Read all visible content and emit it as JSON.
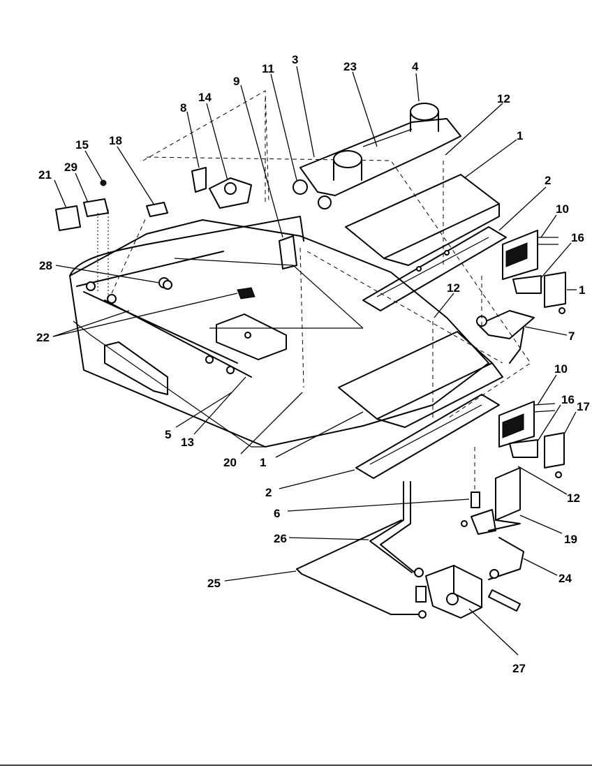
{
  "callouts": [
    {
      "id": "c1a",
      "text": "1"
    },
    {
      "id": "c1b",
      "text": "1"
    },
    {
      "id": "c1c",
      "text": "1"
    },
    {
      "id": "c2a",
      "text": "2"
    },
    {
      "id": "c2b",
      "text": "2"
    },
    {
      "id": "c3",
      "text": "3"
    },
    {
      "id": "c4",
      "text": "4"
    },
    {
      "id": "c5",
      "text": "5"
    },
    {
      "id": "c6",
      "text": "6"
    },
    {
      "id": "c7",
      "text": "7"
    },
    {
      "id": "c8",
      "text": "8"
    },
    {
      "id": "c9",
      "text": "9"
    },
    {
      "id": "c10a",
      "text": "10"
    },
    {
      "id": "c10b",
      "text": "10"
    },
    {
      "id": "c11",
      "text": "11"
    },
    {
      "id": "c12a",
      "text": "12"
    },
    {
      "id": "c12b",
      "text": "12"
    },
    {
      "id": "c12c",
      "text": "12"
    },
    {
      "id": "c13",
      "text": "13"
    },
    {
      "id": "c14",
      "text": "14"
    },
    {
      "id": "c15",
      "text": "15"
    },
    {
      "id": "c16a",
      "text": "16"
    },
    {
      "id": "c16b",
      "text": "16"
    },
    {
      "id": "c17",
      "text": "17"
    },
    {
      "id": "c18",
      "text": "18"
    },
    {
      "id": "c19",
      "text": "19"
    },
    {
      "id": "c20",
      "text": "20"
    },
    {
      "id": "c21",
      "text": "21"
    },
    {
      "id": "c22",
      "text": "22"
    },
    {
      "id": "c23",
      "text": "23"
    },
    {
      "id": "c24",
      "text": "24"
    },
    {
      "id": "c25",
      "text": "25"
    },
    {
      "id": "c26",
      "text": "26"
    },
    {
      "id": "c27",
      "text": "27"
    },
    {
      "id": "c28",
      "text": "28"
    },
    {
      "id": "c29",
      "text": "29"
    }
  ]
}
